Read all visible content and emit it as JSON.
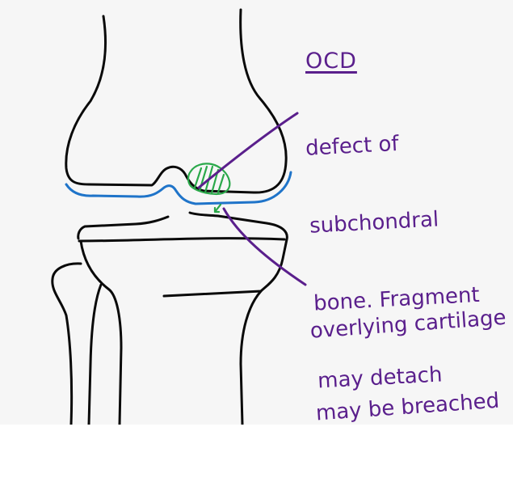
{
  "annotation": {
    "title": "OCD",
    "description_lines": [
      "defect of",
      "subchondral",
      "bone. Fragment",
      "may detach"
    ],
    "cartilage_lines": [
      "overlying cartilage",
      "may be breached"
    ]
  },
  "colors": {
    "bone_outline": "#0a0a0a",
    "cartilage_line": "#1f74c9",
    "lesion": "#2aa84a",
    "annotation": "#5a1f8c"
  }
}
